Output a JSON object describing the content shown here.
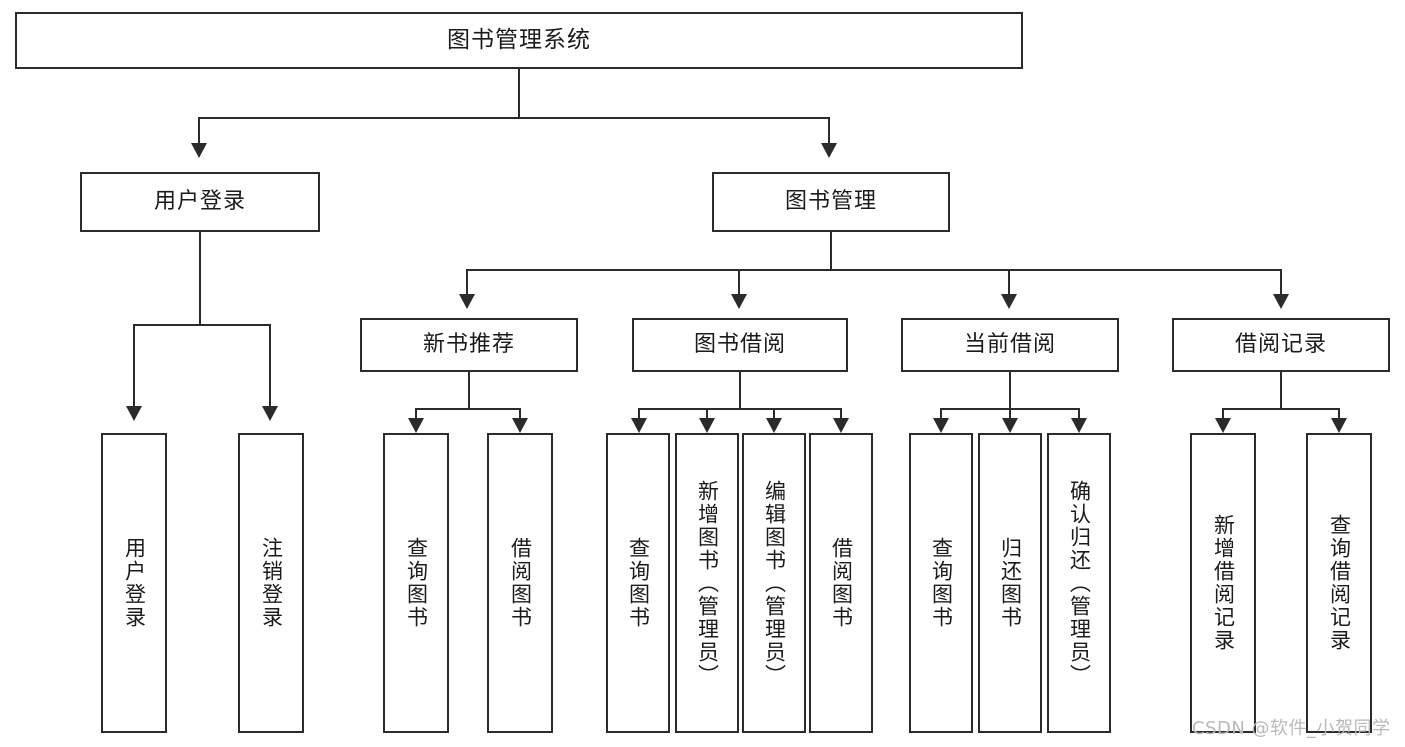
{
  "diagram": {
    "title": "图书管理系统",
    "type": "tree",
    "watermark": "CSDN @软件_小贺同学",
    "colors": {
      "stroke": "#2b2b2b",
      "fill": "#ffffff",
      "text": "#1b1b1b",
      "watermark": "#b9b9b9"
    },
    "levels": {
      "level1": [
        {
          "id": "root",
          "label": "图书管理系统"
        }
      ],
      "level2": [
        {
          "id": "user-login",
          "label": "用户登录"
        },
        {
          "id": "book-management",
          "label": "图书管理"
        }
      ],
      "level3": [
        {
          "id": "new-book-recommend",
          "label": "新书推荐"
        },
        {
          "id": "book-borrow",
          "label": "图书借阅"
        },
        {
          "id": "current-borrow",
          "label": "当前借阅"
        },
        {
          "id": "borrow-record",
          "label": "借阅记录"
        }
      ],
      "level4": [
        {
          "id": "leaf-user-login",
          "label": "用户登录",
          "parent": "user-login"
        },
        {
          "id": "leaf-logout-login",
          "label": "注销登录",
          "parent": "user-login"
        },
        {
          "id": "leaf-query-book-1",
          "label": "查询图书",
          "parent": "new-book-recommend"
        },
        {
          "id": "leaf-borrow-book-1",
          "label": "借阅图书",
          "parent": "new-book-recommend"
        },
        {
          "id": "leaf-query-book-2",
          "label": "查询图书",
          "parent": "book-borrow"
        },
        {
          "id": "leaf-add-book",
          "label": "新增图书（管理员）",
          "parent": "book-borrow"
        },
        {
          "id": "leaf-edit-book",
          "label": "编辑图书（管理员）",
          "parent": "book-borrow"
        },
        {
          "id": "leaf-borrow-book-2",
          "label": "借阅图书",
          "parent": "book-borrow"
        },
        {
          "id": "leaf-query-book-3",
          "label": "查询图书",
          "parent": "current-borrow"
        },
        {
          "id": "leaf-return-book",
          "label": "归还图书",
          "parent": "current-borrow"
        },
        {
          "id": "leaf-confirm-return",
          "label": "确认归还（管理员）",
          "parent": "current-borrow"
        },
        {
          "id": "leaf-add-record",
          "label": "新增借阅记录",
          "parent": "borrow-record"
        },
        {
          "id": "leaf-query-record",
          "label": "查询借阅记录",
          "parent": "borrow-record"
        }
      ]
    }
  }
}
